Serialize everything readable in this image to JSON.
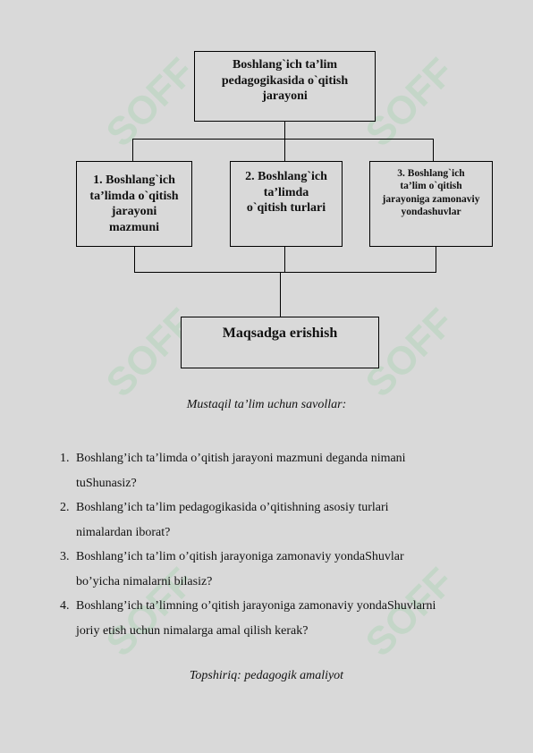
{
  "diagram": {
    "top": [
      "Boshlang`ich ta’lim",
      "pedagogikasida o`qitish",
      "jarayoni"
    ],
    "branches": [
      [
        "1. Boshlang`ich",
        "ta’limda o`qitish",
        "jarayoni",
        "mazmuni"
      ],
      [
        "2. Boshlang`ich",
        "ta’limda",
        "o`qitish turlari"
      ],
      [
        "3. Boshlang`ich",
        "ta’lim o`qitish",
        "jarayoniga zamonaviy",
        "yondashuvlar"
      ]
    ],
    "goal": "Maqsadga erishish"
  },
  "section_title": "Mustaqil ta’lim uchun savollar:",
  "questions": [
    {
      "num": "1.",
      "lines": [
        "Boshlang’ich ta’limda o’qitish jarayoni mazmuni deganda nimani",
        "tuShunasiz?"
      ]
    },
    {
      "num": "2.",
      "lines": [
        "Boshlang’ich ta’lim pedagogikasida o’qitishning asosiy turlari",
        "nimalardan iborat?"
      ]
    },
    {
      "num": "3.",
      "lines": [
        "Boshlang’ich ta’lim o’qitish jarayoniga zamonaviy yondaShuvlar",
        "bo’yicha nimalarni bilasiz?"
      ]
    },
    {
      "num": "4.",
      "lines": [
        "Boshlang’ich ta’limning o’qitish jarayoniga zamonaviy yondaShuvlarni",
        "joriy etish uchun nimalarga amal qilish kerak?"
      ]
    }
  ],
  "task": "Topshiriq: pedagogik amaliyot",
  "watermark": "SOFF"
}
